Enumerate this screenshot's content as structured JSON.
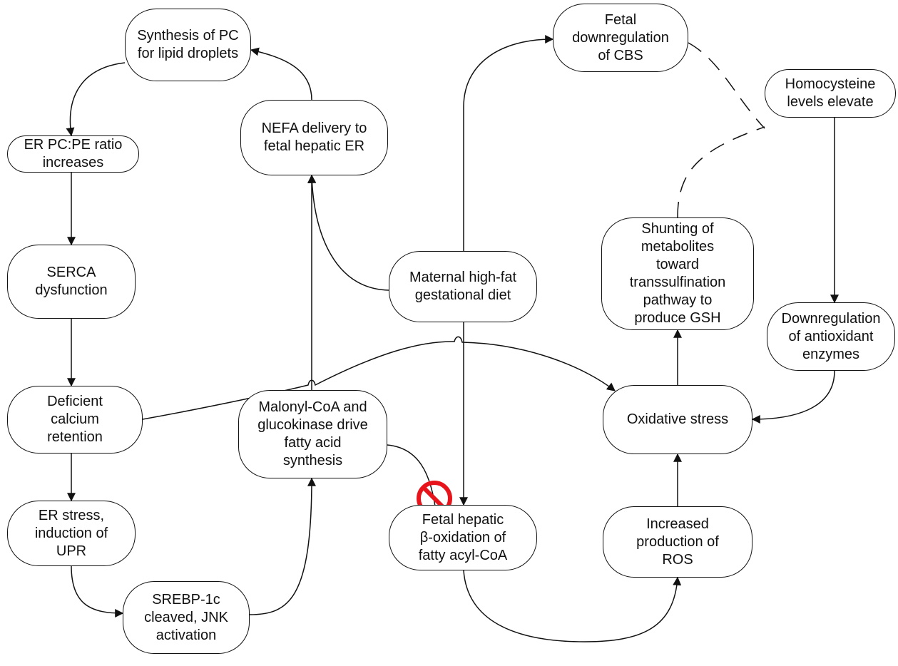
{
  "diagram": {
    "nodes": {
      "synthesis_pc": "Synthesis of PC\nfor lipid droplets",
      "er_pc_pe": "ER PC:PE ratio\nincreases",
      "serca": "SERCA\ndysfunction",
      "calcium": "Deficient\ncalcium\nretention",
      "er_stress": "ER stress,\ninduction of\nUPR",
      "srebp": "SREBP-1c\ncleaved, JNK\nactivation",
      "nefa": "NEFA delivery to\nfetal hepatic ER",
      "malonyl": "Malonyl-CoA and\nglucokinase drive\nfatty acid\nsynthesis",
      "maternal": "Maternal high-fat\ngestational diet",
      "beta_ox": "Fetal hepatic\nβ-oxidation of\nfatty acyl-CoA",
      "cbs": "Fetal\ndownregulation\nof CBS",
      "shunting": "Shunting of\nmetabolites\ntoward transsulfination\npathway to\nproduce GSH",
      "oxidative": "Oxidative stress",
      "ros": "Increased\nproduction of\nROS",
      "homocysteine": "Homocysteine\nlevels elevate",
      "antioxidant": "Downregulation\nof antioxidant\nenzymes"
    },
    "colors": {
      "line": "#111111",
      "inhibit": "#e8141c"
    },
    "icons": {
      "inhibition": "prohibited-sign-icon"
    }
  }
}
